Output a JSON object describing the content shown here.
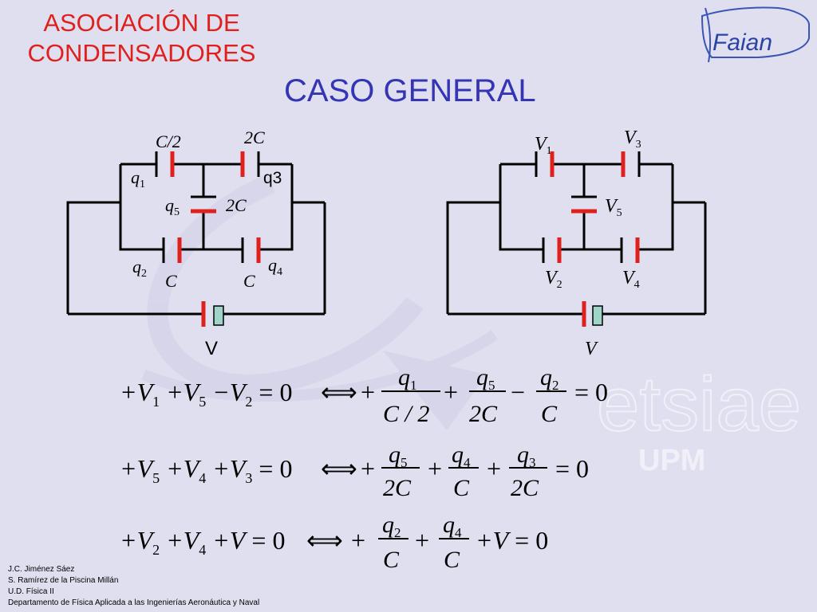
{
  "slide": {
    "title_line1": "ASOCIACIÓN DE",
    "title_line2": "CONDENSADORES",
    "subtitle": "CASO GENERAL"
  },
  "logos": {
    "faian": "Faian",
    "watermark_main": "etsiae",
    "watermark_sub": "UPM"
  },
  "left_circuit": {
    "q1": "q",
    "q1_sub": "1",
    "q2": "q",
    "q2_sub": "2",
    "q3": "q3",
    "q4": "q",
    "q4_sub": "4",
    "q5": "q",
    "q5_sub": "5",
    "cap_top_left": "C/2",
    "cap_top_right": "2C",
    "cap_middle": "2C",
    "cap_bottom_left": "C",
    "cap_bottom_right": "C",
    "source": "V"
  },
  "right_circuit": {
    "v1": "V",
    "v1_sub": "1",
    "v2": "V",
    "v2_sub": "2",
    "v3": "V",
    "v3_sub": "3",
    "v4": "V",
    "v4_sub": "4",
    "v5": "V",
    "v5_sub": "5",
    "source": "V"
  },
  "equations": {
    "eq1": {
      "lhs": "+V1 +V5 −V2 = 0",
      "rhs_terms": [
        {
          "sign": "+",
          "num": "q1",
          "den": "C / 2"
        },
        {
          "sign": "+",
          "num": "q5",
          "den": "2C"
        },
        {
          "sign": "−",
          "num": "q2",
          "den": "C"
        }
      ],
      "rhs_end": "= 0"
    },
    "eq2": {
      "lhs": "+V5 +V4 +V3 = 0",
      "rhs_terms": [
        {
          "sign": "+",
          "num": "q5",
          "den": "2C"
        },
        {
          "sign": "+",
          "num": "q4",
          "den": "C"
        },
        {
          "sign": "+",
          "num": "q3",
          "den": "2C"
        }
      ],
      "rhs_end": "= 0"
    },
    "eq3": {
      "lhs": "+V2 +V4 +V = 0",
      "rhs_terms": [
        {
          "sign": "+",
          "num": "q2",
          "den": "C"
        },
        {
          "sign": "+",
          "num": "q4",
          "den": "C"
        }
      ],
      "rhs_end": "+V = 0"
    },
    "equiv": "⟺"
  },
  "credits": {
    "line1": "J.C. Jiménez Sáez",
    "line2": "S. Ramírez de la Piscina Millán",
    "line3": "U.D. Física II",
    "line4": "Departamento de Física Aplicada a las Ingenierías Aeronáutica y Naval"
  },
  "colors": {
    "background": "#e0dff0",
    "title_red": "#e0201c",
    "title_blue": "#3434b4",
    "capacitor_plate": "#e0201c",
    "battery_plus": "#9fd4c8"
  }
}
